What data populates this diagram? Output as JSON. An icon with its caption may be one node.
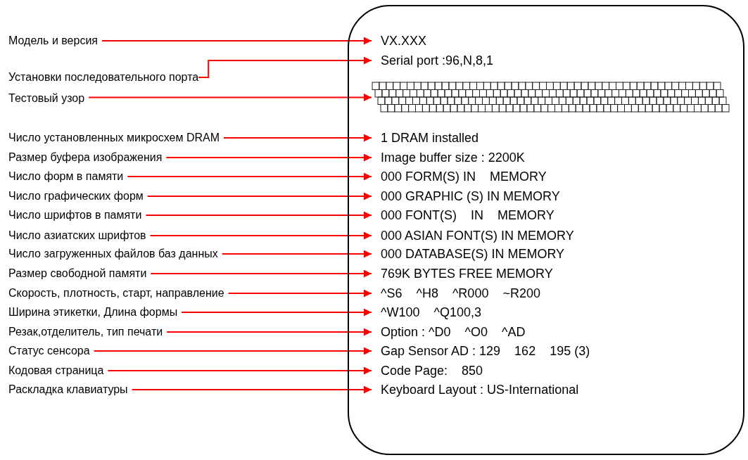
{
  "diagram": {
    "nodes": [
      {
        "text": [
          "Модель и версия"
        ]
      },
      {
        "text": [
          "Установки последовательного порта"
        ]
      },
      {
        "text": [
          "Тестовый узор"
        ]
      },
      {
        "text": [
          "Число установленных микросхем DRAM"
        ]
      },
      {
        "text": [
          "Размер буфера изображения"
        ]
      },
      {
        "text": [
          "Число форм в памяти"
        ]
      },
      {
        "text": [
          "Число графических форм"
        ]
      },
      {
        "text": [
          "Число шрифтов в памяти"
        ]
      },
      {
        "text": [
          "Число азиатских шрифтов"
        ]
      },
      {
        "text": [
          "Число загруженных файлов баз данных"
        ]
      },
      {
        "text": [
          "Размер свободной памяти"
        ]
      },
      {
        "text": [
          "Скорость, плотность, старт, направление"
        ]
      },
      {
        "text": [
          "Ширина этикетки, Длина формы"
        ]
      },
      {
        "text": [
          "Резак,отделитель, тип печати"
        ]
      },
      {
        "text": [
          "Статус сенсора"
        ]
      },
      {
        "text": [
          "Кодовая страница"
        ]
      },
      {
        "text": [
          "Раскладка клавиатуры"
        ]
      },
      {
        "text": [],
        "shape": "box"
      },
      {
        "text": [
          "VX.XXX"
        ],
        "in": 17
      },
      {
        "text": [
          "Serial port :96,N,8,1"
        ],
        "in": 17
      },
      {
        "text": [],
        "shape": "picture",
        "in": 17
      },
      {
        "text": [
          "1 DRAM installed"
        ],
        "in": 17
      },
      {
        "text": [
          "Image buffer size : 2200K"
        ],
        "in": 17
      },
      {
        "text": [
          "000 FORM(S) IN    MEMORY"
        ],
        "in": 17
      },
      {
        "text": [
          "000 GRAPHIC (S) IN MEMORY"
        ],
        "in": 17
      },
      {
        "text": [
          "000 FONT(S)    IN    MEMORY"
        ],
        "in": 17
      },
      {
        "text": [
          "000 ASIAN FONT(S) IN MEMORY"
        ],
        "in": 17
      },
      {
        "text": [
          "000 DATABASE(S) IN MEMORY"
        ],
        "in": 17
      },
      {
        "text": [
          "769K BYTES FREE MEMORY"
        ],
        "in": 17
      },
      {
        "text": [
          "^S6    ^H8    ^R000    ~R200"
        ],
        "in": 17
      },
      {
        "text": [
          "^W100    ^Q100,3"
        ],
        "in": 17
      },
      {
        "text": [
          "Option : ^D0    ^O0    ^AD"
        ],
        "in": 17
      },
      {
        "text": [
          "Gap Sensor AD : 129    162    195 (3)"
        ],
        "in": 17
      },
      {
        "text": [
          "Code Page:    850"
        ],
        "in": 17
      },
      {
        "text": [
          "Keyboard Layout : US-International"
        ],
        "in": 17
      }
    ],
    "edges": [
      {
        "from": 0,
        "to": 18,
        "arrow": "to"
      },
      {
        "from": 1,
        "to": 19,
        "arrow": "to"
      },
      {
        "from": 2,
        "to": 20,
        "arrow": "to"
      },
      {
        "from": 3,
        "to": 21,
        "arrow": "to"
      },
      {
        "from": 4,
        "to": 22,
        "arrow": "to"
      },
      {
        "from": 5,
        "to": 23,
        "arrow": "to"
      },
      {
        "from": 6,
        "to": 24,
        "arrow": "to"
      },
      {
        "from": 7,
        "to": 25,
        "arrow": "to"
      },
      {
        "from": 8,
        "to": 26,
        "arrow": "to"
      },
      {
        "from": 9,
        "to": 27,
        "arrow": "to"
      },
      {
        "from": 10,
        "to": 28,
        "arrow": "to"
      },
      {
        "from": 11,
        "to": 29,
        "arrow": "to"
      },
      {
        "from": 12,
        "to": 30,
        "arrow": "to"
      },
      {
        "from": 13,
        "to": 31,
        "arrow": "to"
      },
      {
        "from": 14,
        "to": 32,
        "arrow": "to"
      },
      {
        "from": 15,
        "to": 33,
        "arrow": "to"
      },
      {
        "from": 16,
        "to": 34,
        "arrow": "to"
      }
    ]
  }
}
